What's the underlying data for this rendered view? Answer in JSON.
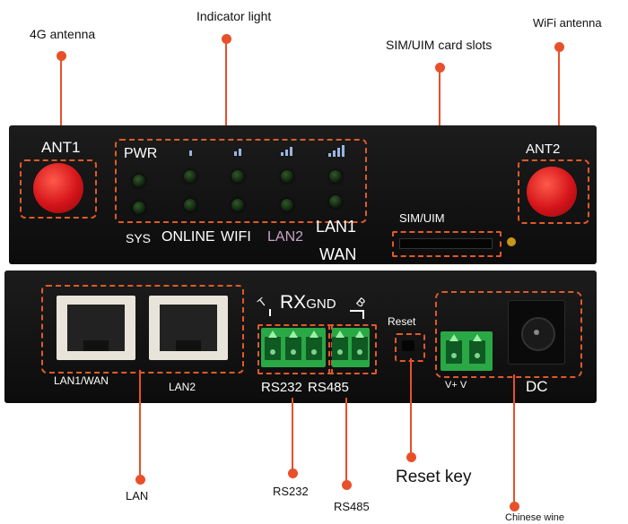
{
  "callouts": {
    "antenna_4g": "4G antenna",
    "indicator_light": "Indicator light",
    "sim_slots": "SIM/UIM card slots",
    "wifi_antenna": "WiFi antenna",
    "lan": "LAN",
    "rs232": "RS232",
    "rs485": "RS485",
    "reset_key": "Reset key",
    "dc_supply": "Chinese wine"
  },
  "front_panel": {
    "ant1": "ANT1",
    "ant2": "ANT2",
    "pwr": "PWR",
    "sys": "SYS",
    "online": "ONLINE",
    "wifi": "WIFI",
    "lan2": "LAN2",
    "lan1": "LAN1",
    "wan": "WAN",
    "sim_uim": "SIM/UIM"
  },
  "back_panel": {
    "lan1_wan": "LAN1/WAN",
    "lan2": "LAN2",
    "rx": "RX",
    "gnd": "GND",
    "t_mark": "T",
    "b_mark": "B",
    "rs232": "RS232",
    "rs485": "RS485",
    "reset": "Reset",
    "vplus_v": "V+ V",
    "dc": "DC"
  },
  "colors": {
    "callout_accent": "#e8502a",
    "panel": "#121212",
    "led_off": "#1c3a18",
    "antenna": "#d4141a",
    "terminal": "#2aa845",
    "lan2_label": "#c9a3c6"
  }
}
